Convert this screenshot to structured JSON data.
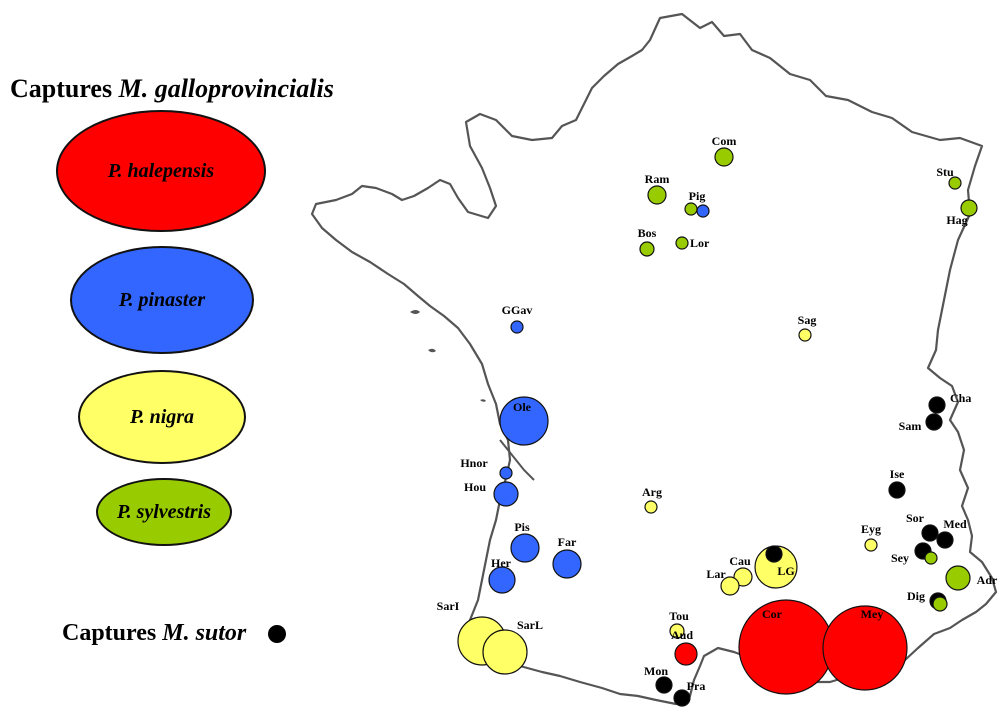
{
  "legend": {
    "title_prefix": "Captures",
    "title_species": "M. galloprovincialis",
    "items": [
      {
        "label": "P. halepensis",
        "color": "#ff0000"
      },
      {
        "label": "P. pinaster",
        "color": "#3366ff"
      },
      {
        "label": "P. nigra",
        "color": "#ffff66"
      },
      {
        "label": "P. sylvestris",
        "color": "#99cc00"
      }
    ],
    "sutor_prefix": "Captures",
    "sutor_species": "M. sutor",
    "sutor_color": "#000000"
  },
  "sites": [
    {
      "code": "Com",
      "host": "P. sylvestris"
    },
    {
      "code": "Ram",
      "host": "P. sylvestris"
    },
    {
      "code": "Pig",
      "host": "P. sylvestris"
    },
    {
      "code": "Pig",
      "host": "P. pinaster"
    },
    {
      "code": "Bos",
      "host": "P. sylvestris"
    },
    {
      "code": "Lor",
      "host": "P. sylvestris"
    },
    {
      "code": "Stu",
      "host": "P. sylvestris"
    },
    {
      "code": "Hag",
      "host": "P. sylvestris"
    },
    {
      "code": "GGav",
      "host": "P. pinaster"
    },
    {
      "code": "Sag",
      "host": "P. nigra"
    },
    {
      "code": "Cha",
      "host": "M. sutor"
    },
    {
      "code": "Sam",
      "host": "M. sutor"
    },
    {
      "code": "Ole",
      "host": "P. pinaster"
    },
    {
      "code": "Hnor",
      "host": "P. pinaster"
    },
    {
      "code": "Hou",
      "host": "P. pinaster"
    },
    {
      "code": "Ise",
      "host": "M. sutor"
    },
    {
      "code": "Arg",
      "host": "P. nigra"
    },
    {
      "code": "Eyg",
      "host": "P. nigra"
    },
    {
      "code": "Sor",
      "host": "M. sutor"
    },
    {
      "code": "Med",
      "host": "M. sutor"
    },
    {
      "code": "Sey",
      "host": "M. sutor"
    },
    {
      "code": "Pis",
      "host": "P. pinaster"
    },
    {
      "code": "Far",
      "host": "P. pinaster"
    },
    {
      "code": "Her",
      "host": "P. pinaster"
    },
    {
      "code": "Cau",
      "host": "P. nigra"
    },
    {
      "code": "Lar",
      "host": "P. nigra"
    },
    {
      "code": "LG",
      "host": "P. nigra"
    },
    {
      "code": "Adr",
      "host": "P. sylvestris"
    },
    {
      "code": "Dig",
      "host": "M. sutor"
    },
    {
      "code": "Tou",
      "host": "P. nigra"
    },
    {
      "code": "SarI",
      "host": "P. nigra"
    },
    {
      "code": "SarL",
      "host": "P. nigra"
    },
    {
      "code": "Cor",
      "host": "P. halepensis"
    },
    {
      "code": "Mey",
      "host": "P. halepensis"
    },
    {
      "code": "Aud",
      "host": "P. halepensis"
    },
    {
      "code": "Mon",
      "host": "M. sutor"
    },
    {
      "code": "Pra",
      "host": "M. sutor"
    }
  ]
}
